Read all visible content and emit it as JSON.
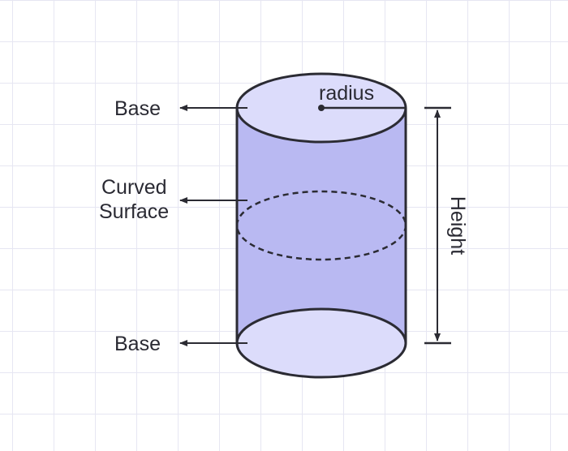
{
  "labels": {
    "radius": "radius",
    "base_top": "Base",
    "curved_line1": "Curved",
    "curved_line2": "Surface",
    "base_bottom": "Base",
    "height": "Height"
  },
  "colors": {
    "body_fill": "#b9b9f2",
    "face_fill": "#dcdcfb",
    "stroke": "#2b2b33",
    "grid": "#e6e6f2"
  }
}
